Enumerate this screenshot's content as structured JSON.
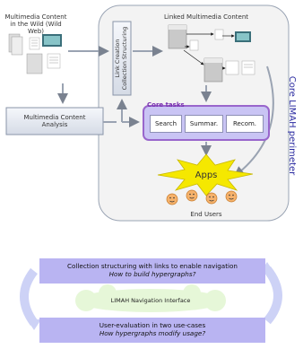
{
  "web_title_line1": "Multimedia Content",
  "web_title_line2": "in the Wild (Wild Web)",
  "analysis_line1": "Multimedia Content",
  "analysis_line2": "Analysis",
  "vertical_box_line1": "Link Creation",
  "vertical_box_line2": "Collection Structuring",
  "linked_title": "Linked Multimedia Content",
  "core_tasks_title": "Core tasks",
  "tasks": [
    "Search",
    "Summar.",
    "Recom."
  ],
  "apps_label": "Apps",
  "end_users_label": "End Users",
  "perimeter_label": "Core LIMAH perimeter",
  "bottom": {
    "top_line1": "Collection structuring with links to enable navigation",
    "top_line2": "How to build hypergraphs?",
    "middle": "LIMAH Navigation Interface",
    "bottom_line1": "User-evaluation in two use-cases",
    "bottom_line2": "How hypergraphs modify usage?"
  },
  "colors": {
    "purple": "#9966cc",
    "lavender": "#b9b4f2",
    "apps_yellow": "#f5e800",
    "face_orange": "#f6b26b",
    "cloud_green": "#e6f7d8",
    "perimeter_blue": "#2a2aa0"
  }
}
